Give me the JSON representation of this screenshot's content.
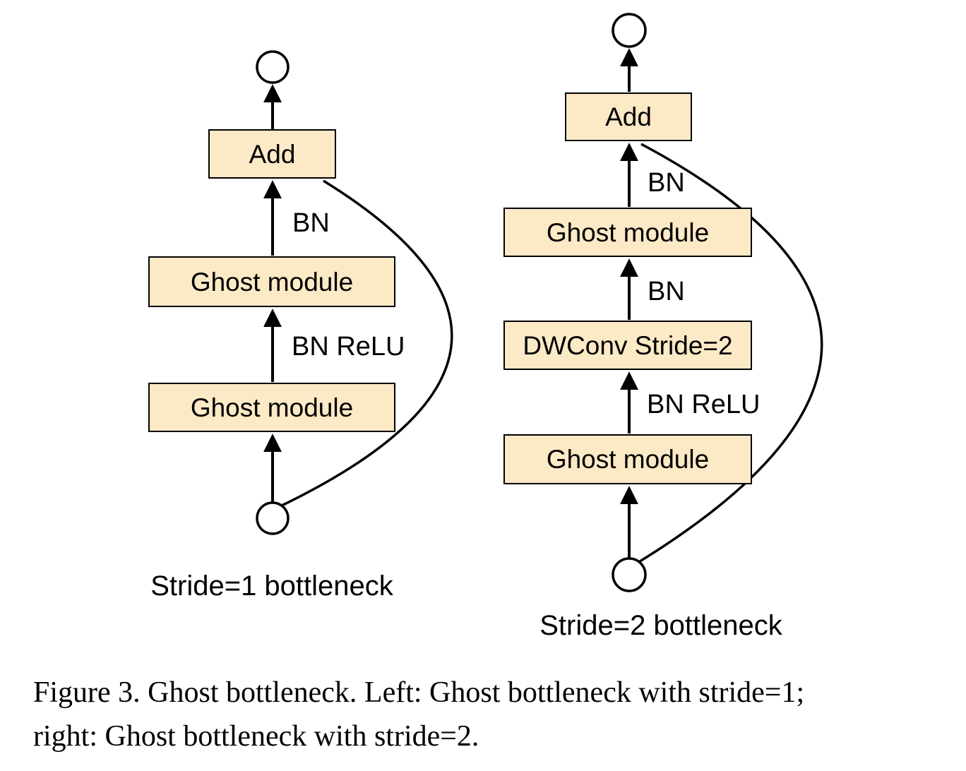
{
  "colors": {
    "box_fill": "#FCE9C6",
    "box_border": "#000000",
    "stroke": "#000000"
  },
  "left_diagram": {
    "add_label": "Add",
    "bn_label": "BN",
    "ghost1_label": "Ghost module",
    "bn_relu_label": "BN ReLU",
    "ghost2_label": "Ghost module",
    "caption": "Stride=1 bottleneck"
  },
  "right_diagram": {
    "add_label": "Add",
    "bn1_label": "BN",
    "ghost1_label": "Ghost module",
    "bn2_label": "BN",
    "dwconv_label": "DWConv Stride=2",
    "bn_relu_label": "BN ReLU",
    "ghost2_label": "Ghost module",
    "caption": "Stride=2 bottleneck"
  },
  "figure_caption": {
    "line1": "Figure 3. Ghost bottleneck. Left: Ghost bottleneck with stride=1;",
    "line2": "right: Ghost bottleneck with stride=2."
  }
}
